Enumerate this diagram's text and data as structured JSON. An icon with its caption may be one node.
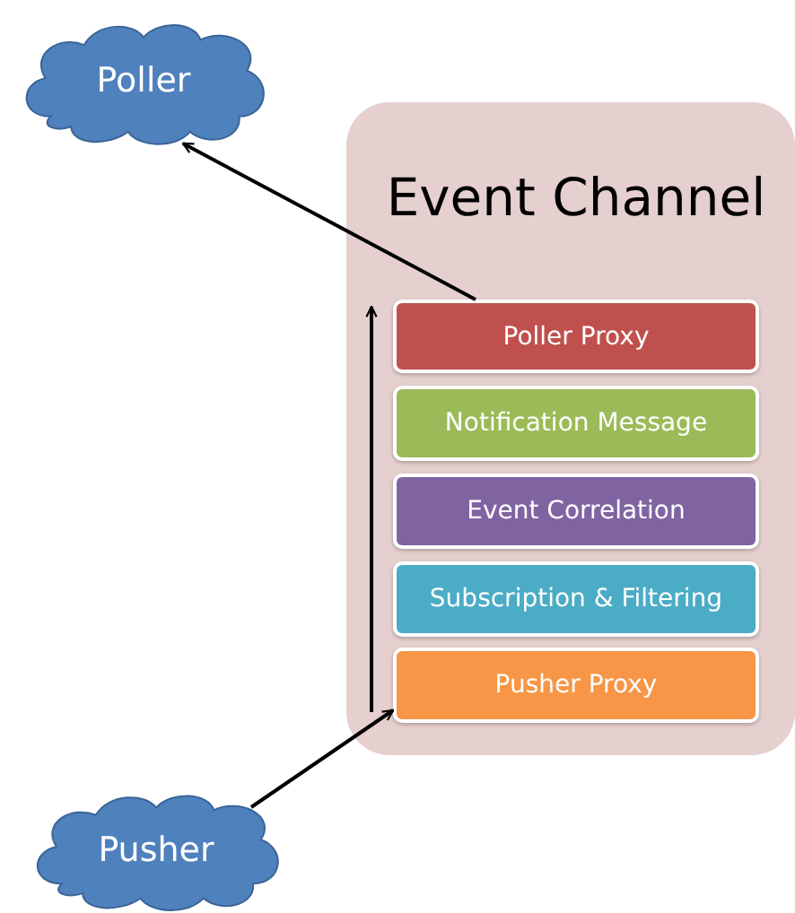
{
  "diagram": {
    "nodes": [
      {
        "text": [
          "Poller"
        ]
      },
      {
        "text": [
          "Event Channel"
        ]
      },
      {
        "text": [
          "Poller Proxy"
        ],
        "in": 1
      },
      {
        "text": [
          "Notification Message"
        ],
        "in": 1
      },
      {
        "text": [
          "Event Correlation"
        ],
        "in": 1
      },
      {
        "text": [
          "Subscription & Filtering"
        ],
        "in": 1
      },
      {
        "text": [
          "Pusher Proxy"
        ],
        "in": 1
      },
      {
        "text": [
          "Pusher"
        ]
      }
    ],
    "edges": [
      {
        "from": 2,
        "to": 0,
        "arrow": "to"
      },
      {
        "from": 7,
        "to": 6,
        "arrow": "to"
      }
    ]
  }
}
